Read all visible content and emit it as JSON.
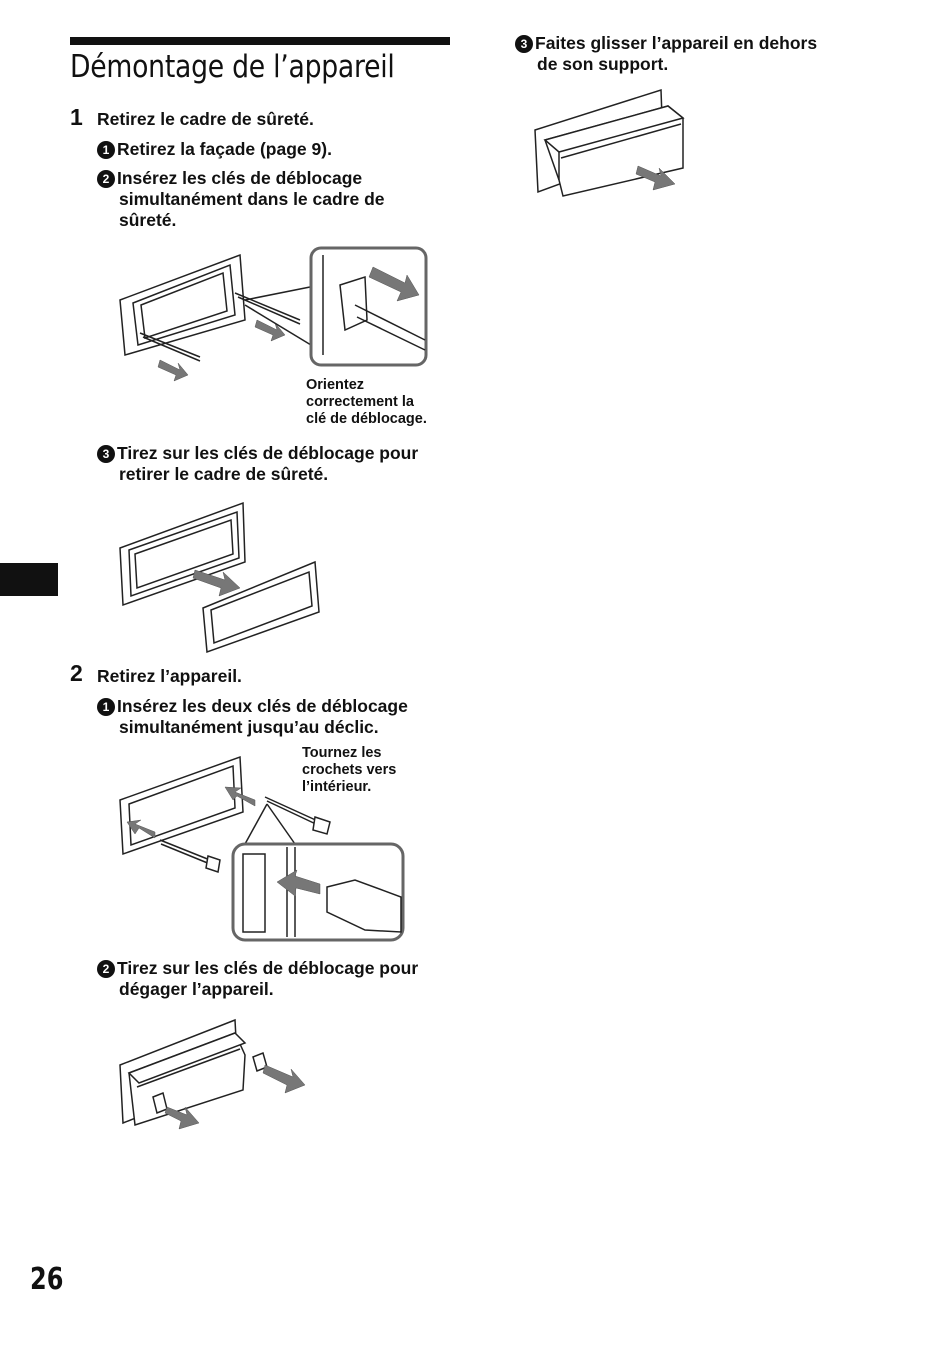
{
  "title": "Démontage de l’appareil",
  "steps": [
    {
      "number": "1",
      "label": "Retirez le cadre de sûreté.",
      "substeps": [
        {
          "num": "1",
          "lines": [
            "Retirez la façade (page 9)."
          ]
        },
        {
          "num": "2",
          "lines": [
            "Insérez les clés de déblocage",
            "simultanément dans le cadre de",
            "sûreté."
          ]
        },
        {
          "num": "3",
          "lines": [
            "Tirez sur les clés de déblocage pour",
            "retirer le cadre de sûreté."
          ]
        }
      ],
      "caption_lines": [
        "Orientez",
        "correctement la",
        "clé de déblocage."
      ]
    },
    {
      "number": "2",
      "label": "Retirez l’appareil.",
      "substeps": [
        {
          "num": "1",
          "lines": [
            "Insérez les deux clés de déblocage",
            "simultanément jusqu’au déclic."
          ]
        },
        {
          "num": "2",
          "lines": [
            "Tirez sur les clés de déblocage pour",
            "dégager l’appareil."
          ]
        },
        {
          "num": "3",
          "lines": [
            "Faites glisser l’appareil en dehors",
            "de son support."
          ]
        }
      ],
      "caption_lines": [
        "Tournez les",
        "crochets vers",
        "l’intérieur."
      ]
    }
  ],
  "page_number": "26",
  "colors": {
    "text": "#111111",
    "arrow": "#777777"
  }
}
